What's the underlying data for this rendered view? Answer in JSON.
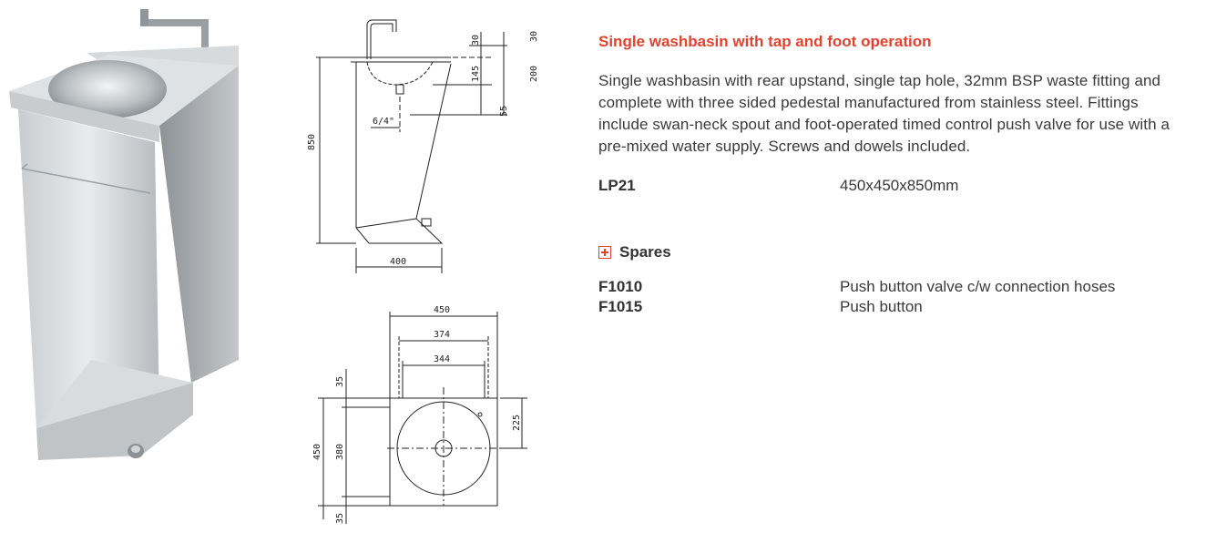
{
  "product": {
    "title": "Single washbasin with tap and foot operation",
    "description": "Single washbasin with rear upstand, single tap hole, 32mm BSP waste fitting and complete with three sided pedestal manufactured from stainless steel. Fittings include swan-neck spout and foot-operated timed control push valve for use with a pre-mixed water supply. Screws and dowels included.",
    "spec": {
      "code": "LP21",
      "dimensions": "450x450x850mm"
    }
  },
  "spares": {
    "heading": "Spares",
    "icon": "plus-icon",
    "accent_color": "#e5422d",
    "items": [
      {
        "code": "F1010",
        "description": "Push button valve c/w connection hoses"
      },
      {
        "code": "F1015",
        "description": "Push button"
      }
    ]
  },
  "side_drawing": {
    "height": "850",
    "depth": "400",
    "upstand": "30",
    "rim": "30",
    "bowl_depth": "145",
    "waste_height": "200",
    "waste_offset": "55",
    "waste_size": "6/4\""
  },
  "plan_drawing": {
    "overall_width": "450",
    "bowl_outer": "374",
    "bowl_inner": "344",
    "overall_depth": "450",
    "bowl_depth": "380",
    "front_margin": "35",
    "back_margin": "35",
    "center_offset": "225"
  }
}
